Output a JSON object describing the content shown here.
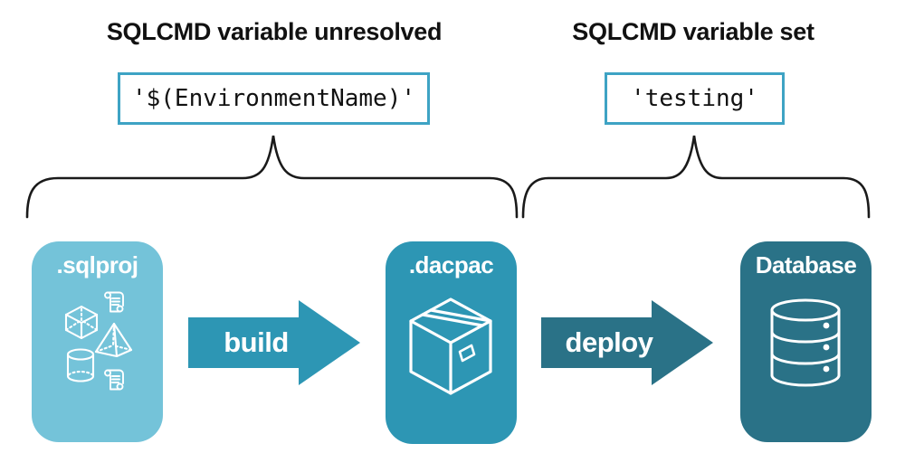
{
  "diagram": {
    "left_group": {
      "heading": "SQLCMD variable unresolved",
      "code": "'$(EnvironmentName)'"
    },
    "right_group": {
      "heading": "SQLCMD variable set",
      "code": "'testing'"
    },
    "pipeline": {
      "stages": [
        {
          "id": "sqlproj",
          "label": ".sqlproj",
          "fill": "#74C3D9",
          "icon": "sql-project-objects-icon"
        },
        {
          "id": "dacpac",
          "label": ".dacpac",
          "fill": "#2D96B4",
          "icon": "package-box-icon"
        },
        {
          "id": "database",
          "label": "Database",
          "fill": "#2A7287",
          "icon": "database-cylinder-icon"
        }
      ],
      "arrows": [
        {
          "label": "build",
          "fill": "#2D96B4"
        },
        {
          "label": "deploy",
          "fill": "#2A7287"
        }
      ]
    },
    "colors": {
      "code_box_border": "#3EA3C4",
      "brace_stroke": "#1A1A1A",
      "heading_text": "#111111",
      "stage_text": "#FFFFFF"
    }
  }
}
